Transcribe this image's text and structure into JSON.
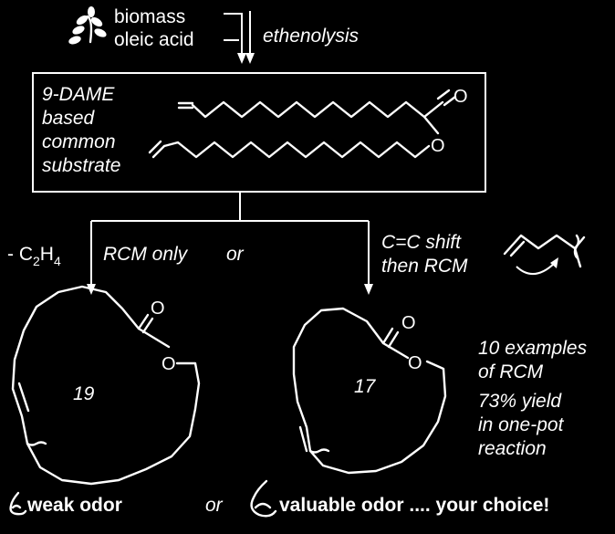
{
  "feedstock": {
    "line1": "biomass",
    "line2": "oleic acid",
    "process": "ethenolysis",
    "leaf_icon": "plant-leaves-icon"
  },
  "substrate_box": {
    "line1": "9-DAME",
    "line2": "based",
    "line3": "common",
    "line4": "substrate",
    "carbonyl_o": "O",
    "ester_o": "O"
  },
  "left_branch": {
    "byproduct_prefix": "- C",
    "byproduct_sub": "2",
    "byproduct_mid": "H",
    "byproduct_sub2": "4",
    "condition": "RCM only",
    "ring_size": "19",
    "carbonyl_o": "O",
    "ester_o": "O"
  },
  "conjunction": "or",
  "right_branch": {
    "condition_line1": "C=C shift",
    "condition_line2": "then RCM",
    "ring_size": "17",
    "carbonyl_o": "O",
    "ester_o": "O"
  },
  "results": {
    "line1": "10 examples",
    "line2": "of RCM",
    "line3": "73% yield",
    "line4": "in one-pot",
    "line5": "reaction"
  },
  "footer": {
    "weak": "weak odor",
    "or": "or",
    "valuable": "valuable odor .... your choice!",
    "small_nose_icon": "nose-icon",
    "large_nose_icon": "nose-icon"
  },
  "colors": {
    "background": "#000000",
    "foreground": "#ffffff"
  }
}
